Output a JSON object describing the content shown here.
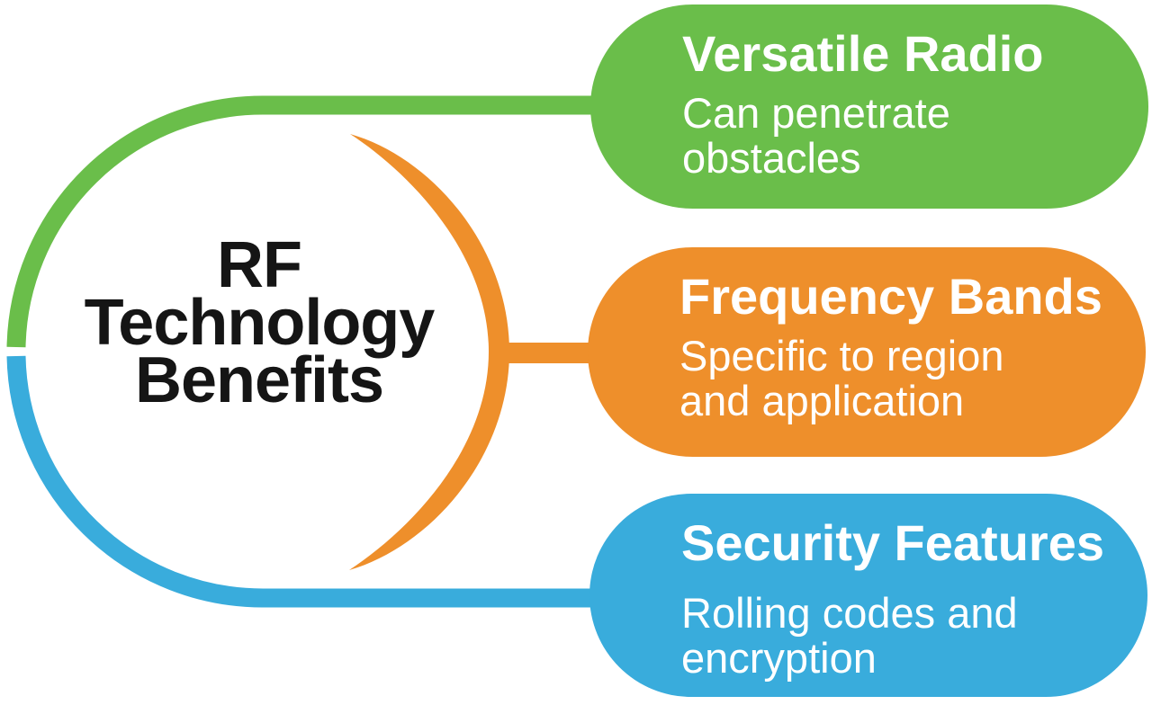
{
  "center": {
    "title": "RF\nTechnology\nBenefits"
  },
  "benefits": [
    {
      "id": "versatile-radio",
      "heading": "Versatile Radio",
      "description": "Can penetrate obstacles",
      "color": "#6abe4a"
    },
    {
      "id": "frequency-bands",
      "heading": "Frequency Bands",
      "description": "Specific to region and application",
      "color": "#ee8f2b"
    },
    {
      "id": "security-features",
      "heading": "Security Features",
      "description": "Rolling codes and encryption",
      "color": "#39acdc"
    }
  ],
  "colors": {
    "green": "#6abe4a",
    "orange": "#ee8f2b",
    "blue": "#39acdc",
    "title_text": "#151515",
    "card_text": "#ffffff",
    "background": "#ffffff"
  }
}
